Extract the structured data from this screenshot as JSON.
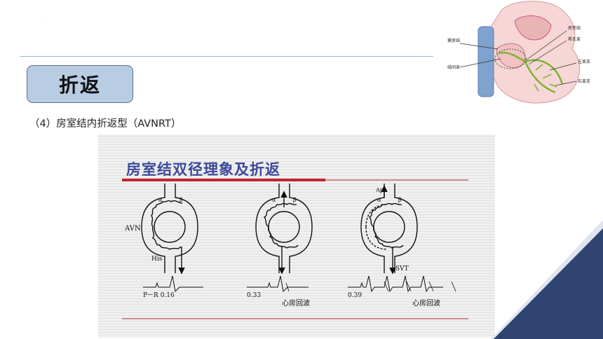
{
  "slide": {
    "heading": "折返",
    "subtitle": "（4）房室结内折返型（AVNRT）"
  },
  "heart_labels": {
    "sa_node": "窦房结",
    "internodal": "结间束",
    "av_node": "房室结",
    "his": "希氏束",
    "left_bundle": "左束支",
    "right_bundle": "右束支"
  },
  "figure": {
    "title": "房室结双径理象及折返",
    "panels": [
      {
        "top_left": "α",
        "top_right": "β",
        "side_label": "AVN",
        "bottom_label": "His",
        "interval": "P－R 0.16",
        "echo": ""
      },
      {
        "top_left": "α",
        "top_right": "β",
        "side_label": "",
        "bottom_label": "",
        "interval": "0.33",
        "echo": "心房回波"
      },
      {
        "top_left": "α",
        "top_right": "β",
        "side_label": "",
        "top_label": "Apc",
        "bottom_label": "SVT",
        "interval": "0.39",
        "echo": "心房回波"
      }
    ]
  },
  "colors": {
    "accent_navy": "#2f4470",
    "title_box": "#b8cce4",
    "figure_title": "#3b4a9a",
    "rule_red": "#c0272d"
  }
}
